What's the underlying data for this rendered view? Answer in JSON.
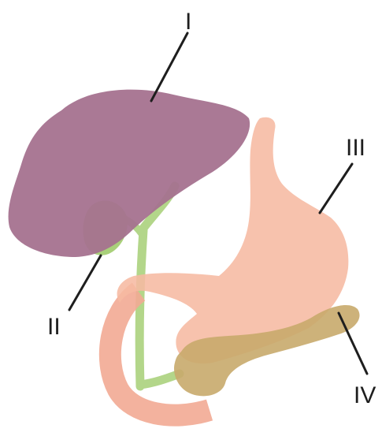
{
  "labels": {
    "I": "I",
    "II": "II",
    "III": "III",
    "IV": "IV"
  },
  "organs": [
    {
      "id": "liver",
      "label_ref": "I"
    },
    {
      "id": "gallbladder",
      "label_ref": "II"
    },
    {
      "id": "stomach",
      "label_ref": "III"
    },
    {
      "id": "pancreas",
      "label_ref": "IV"
    }
  ],
  "colors": {
    "liver": "#a5728f",
    "gallbladder": "#a9d07a",
    "bile_duct": "#b3d68a",
    "stomach": "#f6b9a2",
    "duodenum": "#f2aa93",
    "pancreas": "#c8aa6b",
    "label": "#1e1e1e"
  }
}
